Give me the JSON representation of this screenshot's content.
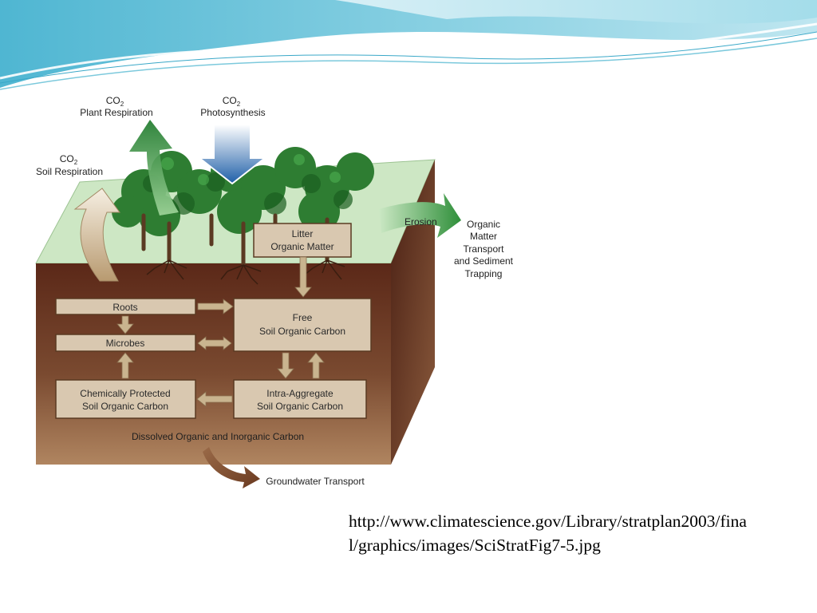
{
  "flows": {
    "plant_respiration": {
      "gas": "CO",
      "sub": "2",
      "label": "Plant Respiration"
    },
    "photosynthesis": {
      "gas": "CO",
      "sub": "2",
      "label": "Photosynthesis"
    },
    "soil_respiration": {
      "gas": "CO",
      "sub": "2",
      "label": "Soil Respiration"
    },
    "erosion": "Erosion",
    "organic_transport": [
      "Organic",
      "Matter",
      "Transport",
      "and Sediment",
      "Trapping"
    ],
    "dissolved_carbon": "Dissolved Organic and Inorganic Carbon",
    "groundwater": "Groundwater Transport"
  },
  "boxes": {
    "litter": [
      "Litter",
      "Organic Matter"
    ],
    "roots": [
      "Roots"
    ],
    "microbes": [
      "Microbes"
    ],
    "free_soc": [
      "Free",
      "Soil Organic Carbon"
    ],
    "chem_protected": [
      "Chemically Protected",
      "Soil Organic Carbon"
    ],
    "intra_aggregate": [
      "Intra-Aggregate",
      "Soil Organic Carbon"
    ]
  },
  "source_url": "http://www.climatescience.gov/Library/stratplan2003/final/graphics/images/SciStratFig7-5.jpg",
  "colors": {
    "accent": "#4fb6d2",
    "soil_dark": "#5a2a1a",
    "ground": "#cde7c4",
    "box_fill": "#d9c8b0",
    "arrow_tan": "#c9b48f",
    "arrow_green": "#2f8f3a",
    "arrow_blue": "#1f5fa8"
  }
}
